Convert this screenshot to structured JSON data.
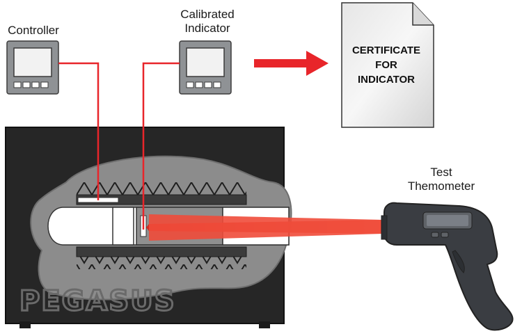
{
  "labels": {
    "controller": "Controller",
    "calibrated_indicator_line1": "Calibrated",
    "calibrated_indicator_line2": "Indicator",
    "test_thermometer_line1": "Test",
    "test_thermometer_line2": "Themometer"
  },
  "certificate": {
    "line1": "CERTIFICATE",
    "line2": "FOR",
    "line3": "INDICATOR"
  },
  "brand": "PEGASUS",
  "colors": {
    "cable_red": "#e8252a",
    "arrow_red": "#e8252a",
    "furnace_body": "#262626",
    "cutaway_gray": "#8c8c8c",
    "gun_body": "#3a3d42",
    "beam": "#ef4b3a"
  }
}
